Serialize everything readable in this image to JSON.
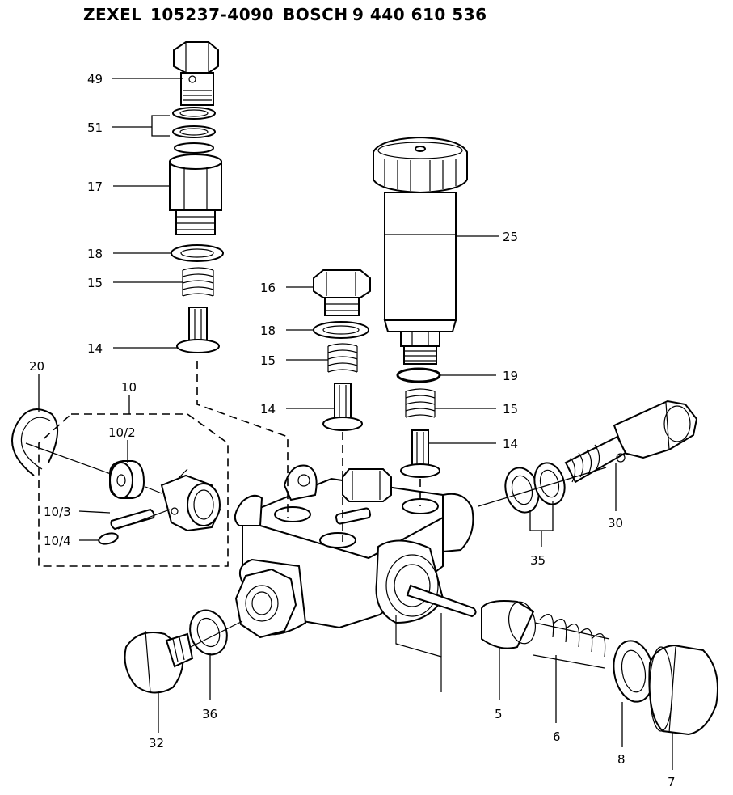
{
  "header": {
    "brand1": "ZEXEL",
    "part1": "105237-4090",
    "brand2": "BOSCH",
    "part2": "9 440 610 536"
  },
  "labels": {
    "p49": "49",
    "p51": "51",
    "p17": "17",
    "p18a": "18",
    "p15a": "15",
    "p14a": "14",
    "p16": "16",
    "p18b": "18",
    "p15b": "15",
    "p14b": "14",
    "p25": "25",
    "p19": "19",
    "p15c": "15",
    "p14c": "14",
    "p20": "20",
    "p10": "10",
    "p10_2": "10/2",
    "p10_3": "10/3",
    "p10_4": "10/4",
    "p30": "30",
    "p35": "35",
    "p32": "32",
    "p36": "36",
    "p5": "5",
    "p6": "6",
    "p8": "8",
    "p7": "7"
  }
}
